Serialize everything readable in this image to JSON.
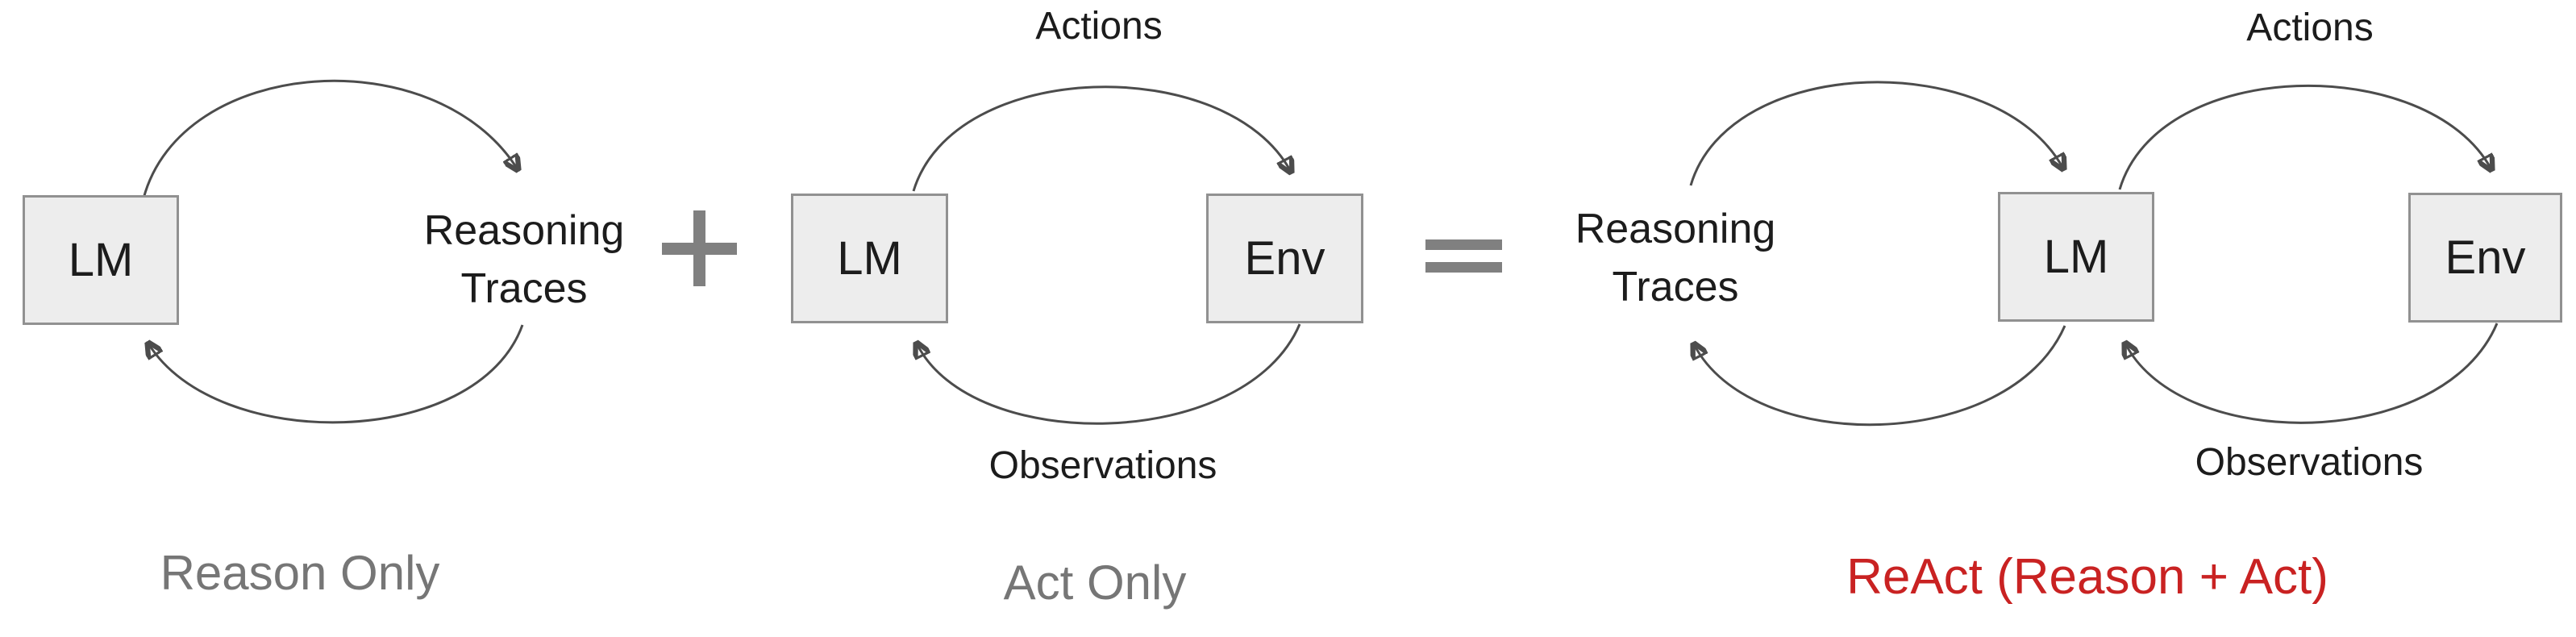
{
  "title": "ReAct diagram: Reason Only + Act Only = ReAct (Reason + Act)",
  "colors": {
    "background": "#ffffff",
    "box_fill": "#ededed",
    "box_border": "#919191",
    "text_dark": "#1c1c1c",
    "arrow": "#4c4c4c",
    "caption_gray": "#767676",
    "operator_gray": "#808080",
    "react_red": "#c92222"
  },
  "operators": {
    "plus": "+",
    "equals": "="
  },
  "sections": {
    "reason_only": {
      "lm_label": "LM",
      "traces_line1": "Reasoning",
      "traces_line2": "Traces",
      "caption": "Reason Only"
    },
    "act_only": {
      "lm_label": "LM",
      "env_label": "Env",
      "actions_label": "Actions",
      "observations_label": "Observations",
      "caption": "Act Only"
    },
    "react": {
      "traces_line1": "Reasoning",
      "traces_line2": "Traces",
      "lm_label": "LM",
      "env_label": "Env",
      "actions_label": "Actions",
      "observations_label": "Observations",
      "caption": "ReAct (Reason + Act)"
    }
  }
}
